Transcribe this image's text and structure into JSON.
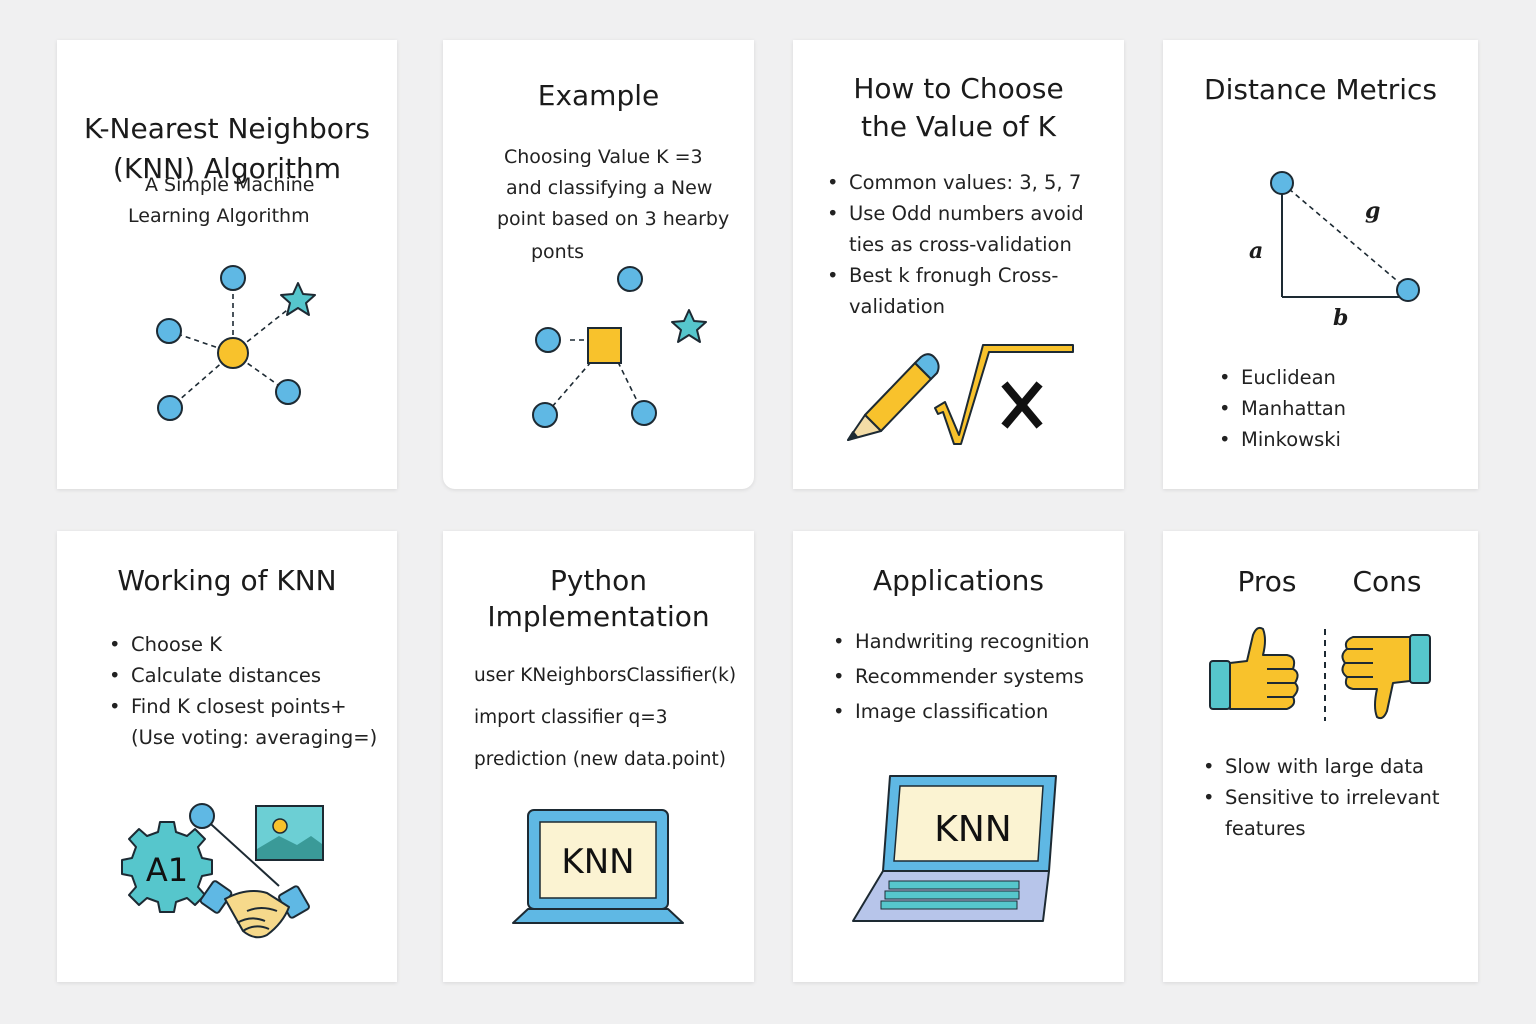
{
  "cards": {
    "knn": {
      "title_l1": "K-Nearest Neighbors",
      "title_l2": "(KNN) Algorithm",
      "sub_l1": "A Simple Machine",
      "sub_l2": "Learning Algorithm"
    },
    "example": {
      "title": "Example",
      "l1": "Choosing Value K =3",
      "l2": "and classifying a New",
      "l3": "point based on 3 hearby",
      "l4": "ponts"
    },
    "choose_k": {
      "title_l1": "How to Choose",
      "title_l2": "the Value of K",
      "b1": "Common values:  3, 5, 7",
      "b2": "Use Odd numbers avoid",
      "b2c": "ties as cross-validation",
      "b3": "Best k fronugh Cross-",
      "b3c": "validation"
    },
    "distance": {
      "title": "Distance Metrics",
      "label_a": "a",
      "label_b": "b",
      "label_g": "g",
      "items": [
        "Euclidean",
        "Manhattan",
        "Minkowski"
      ]
    },
    "working": {
      "title": "Working of KNN",
      "b1": "Choose K",
      "b2": "Calculate distances",
      "b3": "Find K closest points+",
      "b3c": "(Use voting: averaging=)",
      "gear_text": "A1"
    },
    "python": {
      "title_l1": "Python",
      "title_l2": "Implementation",
      "code": [
        "user KNeighborsClassifier(k)",
        "import classifier q=3",
        "prediction (new data.point)"
      ],
      "screen_text": "KNN"
    },
    "applications": {
      "title": "Applications",
      "items": [
        "Handwriting recognition",
        "Recommender systems",
        "Image classification"
      ],
      "screen_text": "KNN"
    },
    "proscons": {
      "pros": "Pros",
      "cons": "Cons",
      "b1": "Slow with large data",
      "b2": "Sensitive to irrelevant",
      "b2c": "features"
    }
  },
  "colors": {
    "blue": "#5fb8e4",
    "yellow": "#f8c22c",
    "teal": "#56c6cc",
    "outline": "#1d2a33"
  }
}
